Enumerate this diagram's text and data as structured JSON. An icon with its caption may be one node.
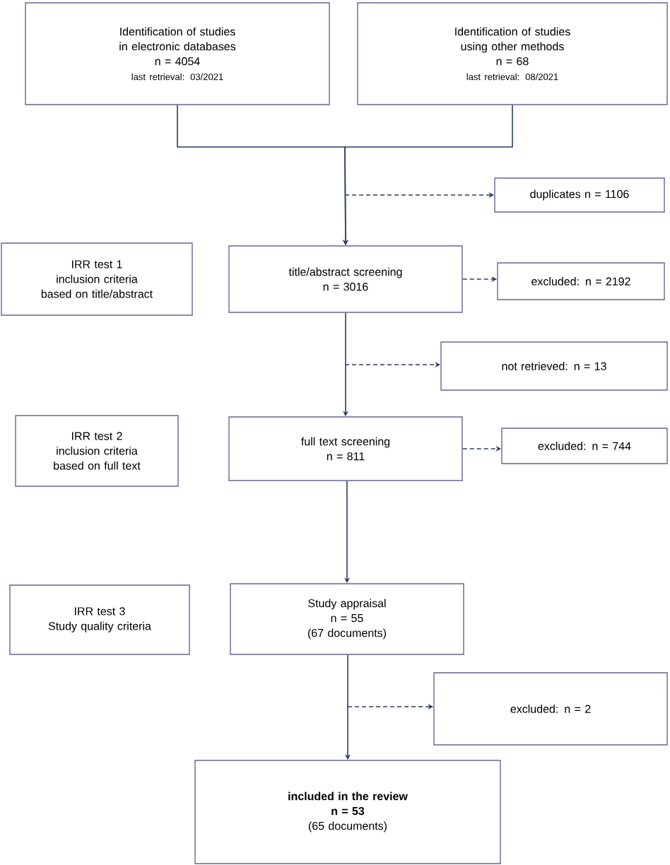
{
  "diagram": {
    "nodes": [
      {
        "text": [
          "Identification of studies in electronic databases",
          "n = 4054",
          "last retrieval: 03/2021"
        ]
      },
      {
        "text": [
          "Identification of studies using other methods",
          "n = 68",
          "last retrieval: 08/2021"
        ]
      },
      {
        "text": [
          "duplicates n = 1106"
        ]
      },
      {
        "text": [
          "IRR test 1",
          "inclusion criteria based on title/abstract"
        ]
      },
      {
        "text": [
          "title/abstract screening",
          "n = 3016"
        ]
      },
      {
        "text": [
          "excluded: n = 2192"
        ]
      },
      {
        "text": [
          "not retrieved: n = 13"
        ]
      },
      {
        "text": [
          "IRR test 2",
          "inclusion criteria based on full text"
        ]
      },
      {
        "text": [
          "full text screening",
          "n = 811"
        ]
      },
      {
        "text": [
          "excluded: n = 744"
        ]
      },
      {
        "text": [
          "IRR test 3",
          "Study quality criteria"
        ]
      },
      {
        "text": [
          "Study appraisal",
          "n = 55",
          "(67 documents)"
        ]
      },
      {
        "text": [
          "excluded: n = 2"
        ]
      },
      {
        "text": [
          "included in the review",
          "n = 53",
          "(65 documents)"
        ]
      }
    ],
    "edges": [
      {
        "from": 0,
        "to": 4,
        "arrow": "to"
      },
      {
        "from": 1,
        "to": 4,
        "arrow": "to"
      },
      {
        "from": null,
        "to": 2,
        "arrow": "to",
        "style": "dashed"
      },
      {
        "from": 4,
        "to": 5,
        "arrow": "to",
        "style": "dashed"
      },
      {
        "from": 4,
        "to": 8,
        "arrow": "to"
      },
      {
        "from": null,
        "to": 6,
        "arrow": "to",
        "style": "dashed"
      },
      {
        "from": 8,
        "to": 9,
        "arrow": "to",
        "style": "dashed"
      },
      {
        "from": 8,
        "to": 11,
        "arrow": "to"
      },
      {
        "from": null,
        "to": 12,
        "arrow": "to",
        "style": "dashed"
      },
      {
        "from": 11,
        "to": 13,
        "arrow": "to"
      }
    ]
  }
}
